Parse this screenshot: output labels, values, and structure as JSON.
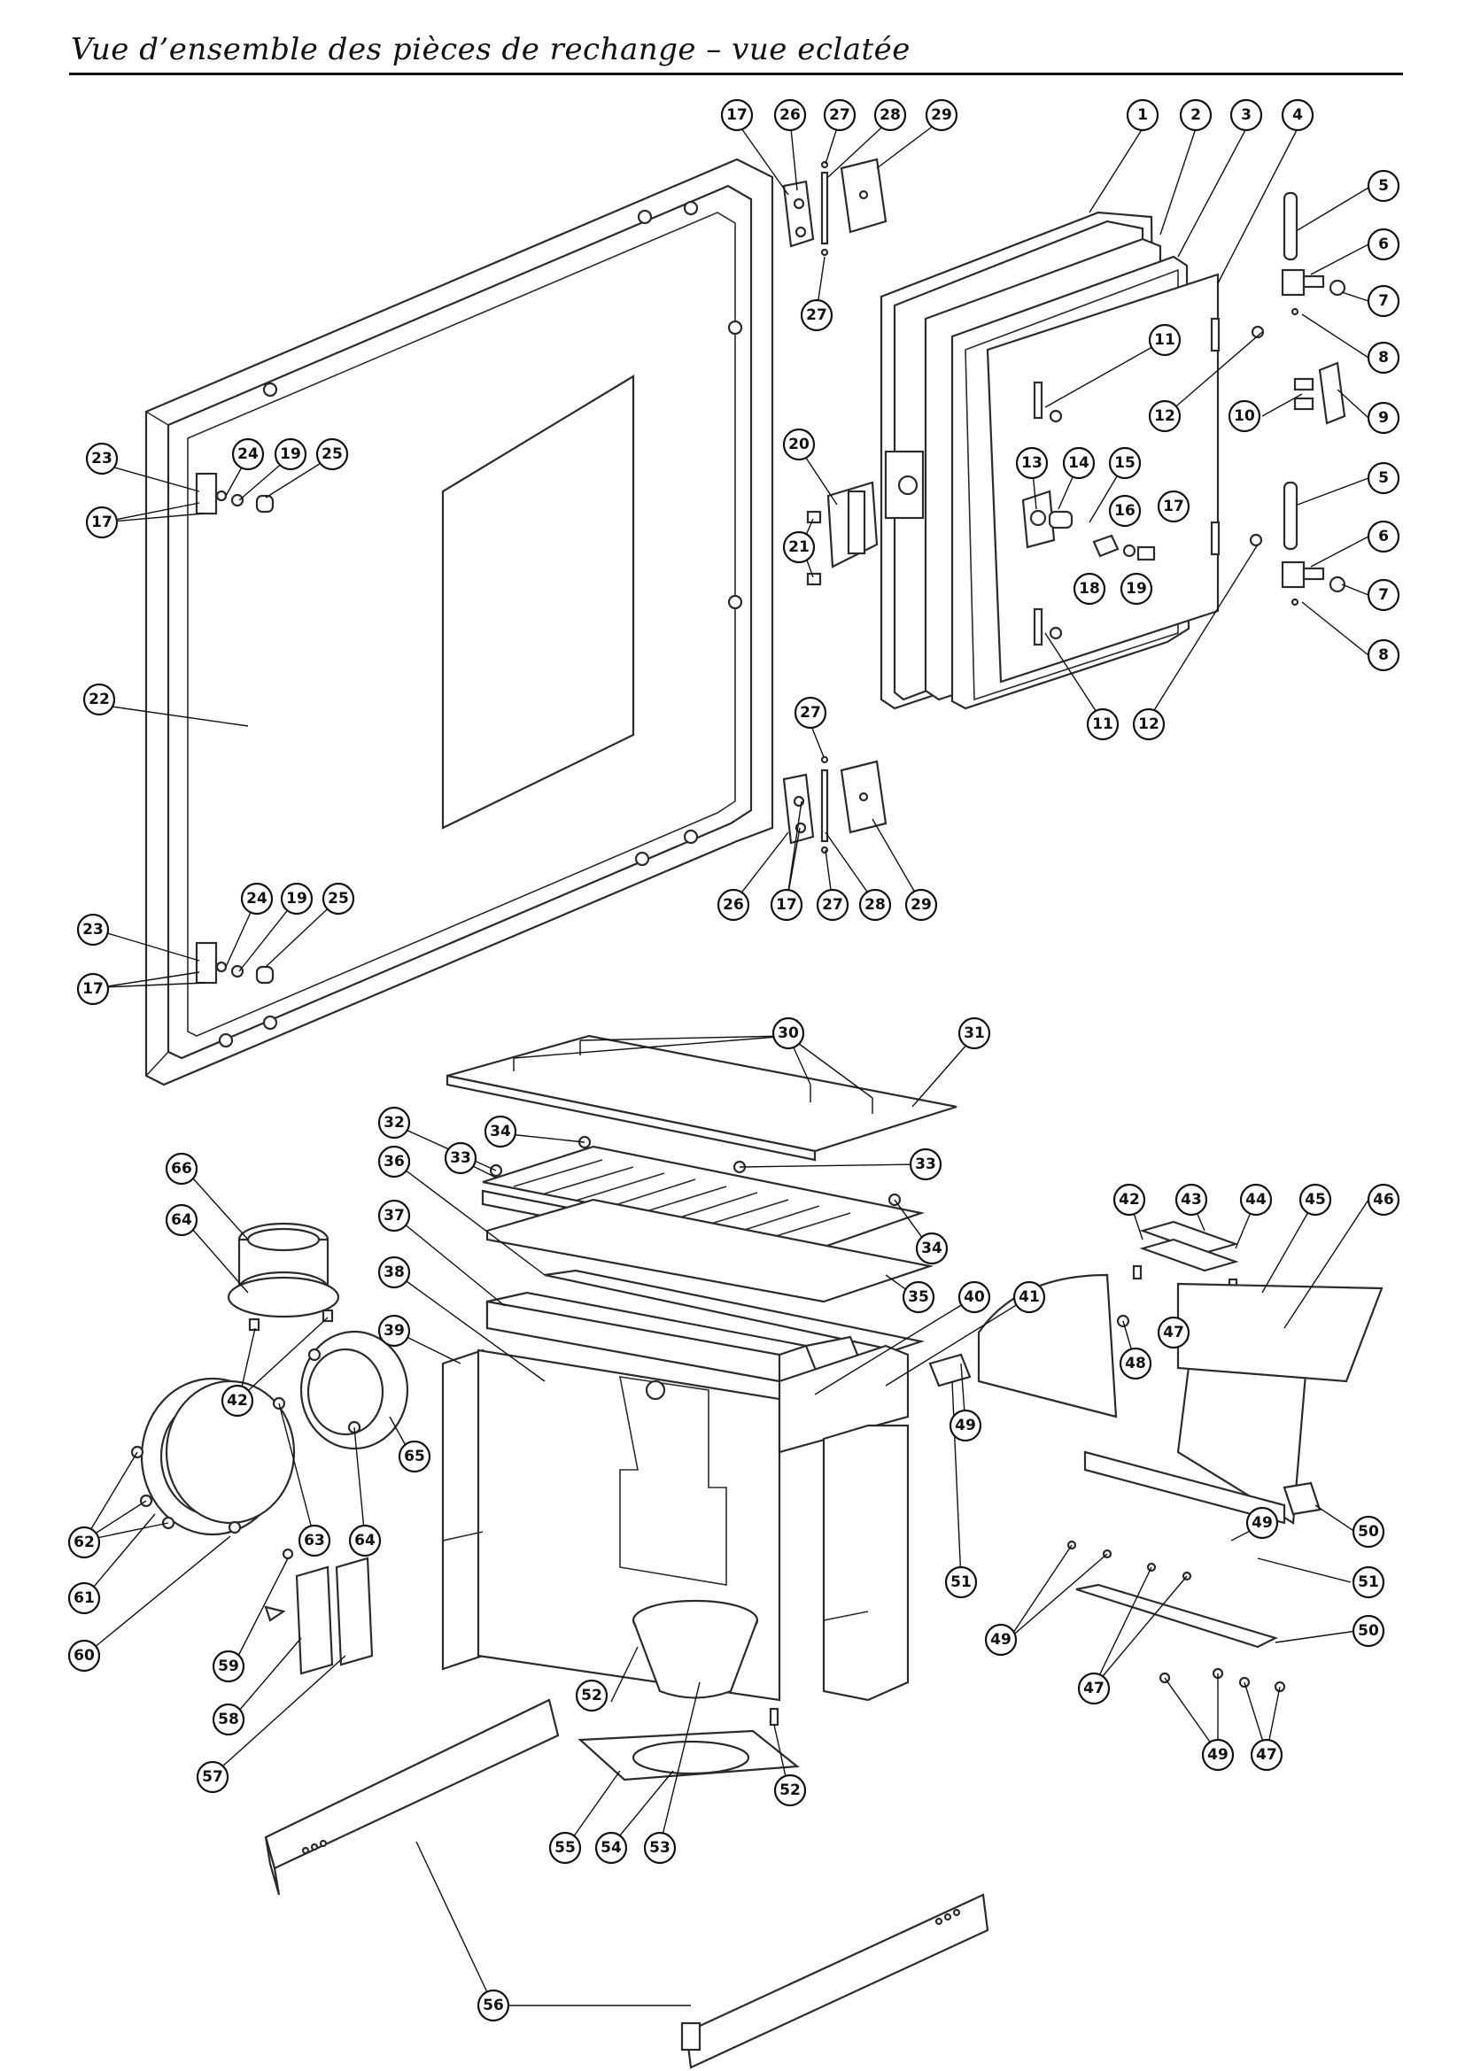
{
  "header": {
    "title": "Vue d’ensemble des pièces de rechange – vue eclatée"
  },
  "callouts": [
    {
      "id": "c-1",
      "label": "1"
    },
    {
      "id": "c-2",
      "label": "2"
    },
    {
      "id": "c-3",
      "label": "3"
    },
    {
      "id": "c-4",
      "label": "4"
    },
    {
      "id": "c-5a",
      "label": "5"
    },
    {
      "id": "c-6a",
      "label": "6"
    },
    {
      "id": "c-7a",
      "label": "7"
    },
    {
      "id": "c-8a",
      "label": "8"
    },
    {
      "id": "c-9",
      "label": "9"
    },
    {
      "id": "c-10",
      "label": "10"
    },
    {
      "id": "c-11a",
      "label": "11"
    },
    {
      "id": "c-12a",
      "label": "12"
    },
    {
      "id": "c-13",
      "label": "13"
    },
    {
      "id": "c-14",
      "label": "14"
    },
    {
      "id": "c-15",
      "label": "15"
    },
    {
      "id": "c-16",
      "label": "16"
    },
    {
      "id": "c-17e",
      "label": "17"
    },
    {
      "id": "c-5b",
      "label": "5"
    },
    {
      "id": "c-6b",
      "label": "6"
    },
    {
      "id": "c-7b",
      "label": "7"
    },
    {
      "id": "c-8b",
      "label": "8"
    },
    {
      "id": "c-18",
      "label": "18"
    },
    {
      "id": "c-19c",
      "label": "19"
    },
    {
      "id": "c-11b",
      "label": "11"
    },
    {
      "id": "c-12b",
      "label": "12"
    },
    {
      "id": "c-17a",
      "label": "17"
    },
    {
      "id": "c-26a",
      "label": "26"
    },
    {
      "id": "c-27a",
      "label": "27"
    },
    {
      "id": "c-28a",
      "label": "28"
    },
    {
      "id": "c-29a",
      "label": "29"
    },
    {
      "id": "c-27b",
      "label": "27"
    },
    {
      "id": "c-20",
      "label": "20"
    },
    {
      "id": "c-21",
      "label": "21"
    },
    {
      "id": "c-23a",
      "label": "23"
    },
    {
      "id": "c-24a",
      "label": "24"
    },
    {
      "id": "c-19a",
      "label": "19"
    },
    {
      "id": "c-25a",
      "label": "25"
    },
    {
      "id": "c-17b",
      "label": "17"
    },
    {
      "id": "c-22",
      "label": "22"
    },
    {
      "id": "c-27c",
      "label": "27"
    },
    {
      "id": "c-26b",
      "label": "26"
    },
    {
      "id": "c-17c",
      "label": "17"
    },
    {
      "id": "c-27d",
      "label": "27"
    },
    {
      "id": "c-28b",
      "label": "28"
    },
    {
      "id": "c-29b",
      "label": "29"
    },
    {
      "id": "c-24b",
      "label": "24"
    },
    {
      "id": "c-19b",
      "label": "19"
    },
    {
      "id": "c-25b",
      "label": "25"
    },
    {
      "id": "c-23b",
      "label": "23"
    },
    {
      "id": "c-17d",
      "label": "17"
    },
    {
      "id": "c-30",
      "label": "30"
    },
    {
      "id": "c-31",
      "label": "31"
    },
    {
      "id": "c-32",
      "label": "32"
    },
    {
      "id": "c-34a",
      "label": "34"
    },
    {
      "id": "c-33a",
      "label": "33"
    },
    {
      "id": "c-33b",
      "label": "33"
    },
    {
      "id": "c-34b",
      "label": "34"
    },
    {
      "id": "c-35",
      "label": "35"
    },
    {
      "id": "c-36",
      "label": "36"
    },
    {
      "id": "c-37",
      "label": "37"
    },
    {
      "id": "c-38",
      "label": "38"
    },
    {
      "id": "c-39",
      "label": "39"
    },
    {
      "id": "c-40",
      "label": "40"
    },
    {
      "id": "c-41",
      "label": "41"
    },
    {
      "id": "c-66",
      "label": "66"
    },
    {
      "id": "c-64a",
      "label": "64"
    },
    {
      "id": "c-42a",
      "label": "42"
    },
    {
      "id": "c-62",
      "label": "62"
    },
    {
      "id": "c-63",
      "label": "63"
    },
    {
      "id": "c-64b",
      "label": "64"
    },
    {
      "id": "c-65",
      "label": "65"
    },
    {
      "id": "c-61",
      "label": "61"
    },
    {
      "id": "c-60",
      "label": "60"
    },
    {
      "id": "c-59",
      "label": "59"
    },
    {
      "id": "c-58",
      "label": "58"
    },
    {
      "id": "c-57",
      "label": "57"
    },
    {
      "id": "c-42b",
      "label": "42"
    },
    {
      "id": "c-43",
      "label": "43"
    },
    {
      "id": "c-44",
      "label": "44"
    },
    {
      "id": "c-45",
      "label": "45"
    },
    {
      "id": "c-46",
      "label": "46"
    },
    {
      "id": "c-47a",
      "label": "47"
    },
    {
      "id": "c-48",
      "label": "48"
    },
    {
      "id": "c-49a",
      "label": "49"
    },
    {
      "id": "c-49b",
      "label": "49"
    },
    {
      "id": "c-51a",
      "label": "51"
    },
    {
      "id": "c-50a",
      "label": "50"
    },
    {
      "id": "c-51b",
      "label": "51"
    },
    {
      "id": "c-49c",
      "label": "49"
    },
    {
      "id": "c-47b",
      "label": "47"
    },
    {
      "id": "c-50b",
      "label": "50"
    },
    {
      "id": "c-49d",
      "label": "49"
    },
    {
      "id": "c-47c",
      "label": "47"
    },
    {
      "id": "c-52a",
      "label": "52"
    },
    {
      "id": "c-52b",
      "label": "52"
    },
    {
      "id": "c-55",
      "label": "55"
    },
    {
      "id": "c-54",
      "label": "54"
    },
    {
      "id": "c-53",
      "label": "53"
    },
    {
      "id": "c-56",
      "label": "56"
    }
  ]
}
